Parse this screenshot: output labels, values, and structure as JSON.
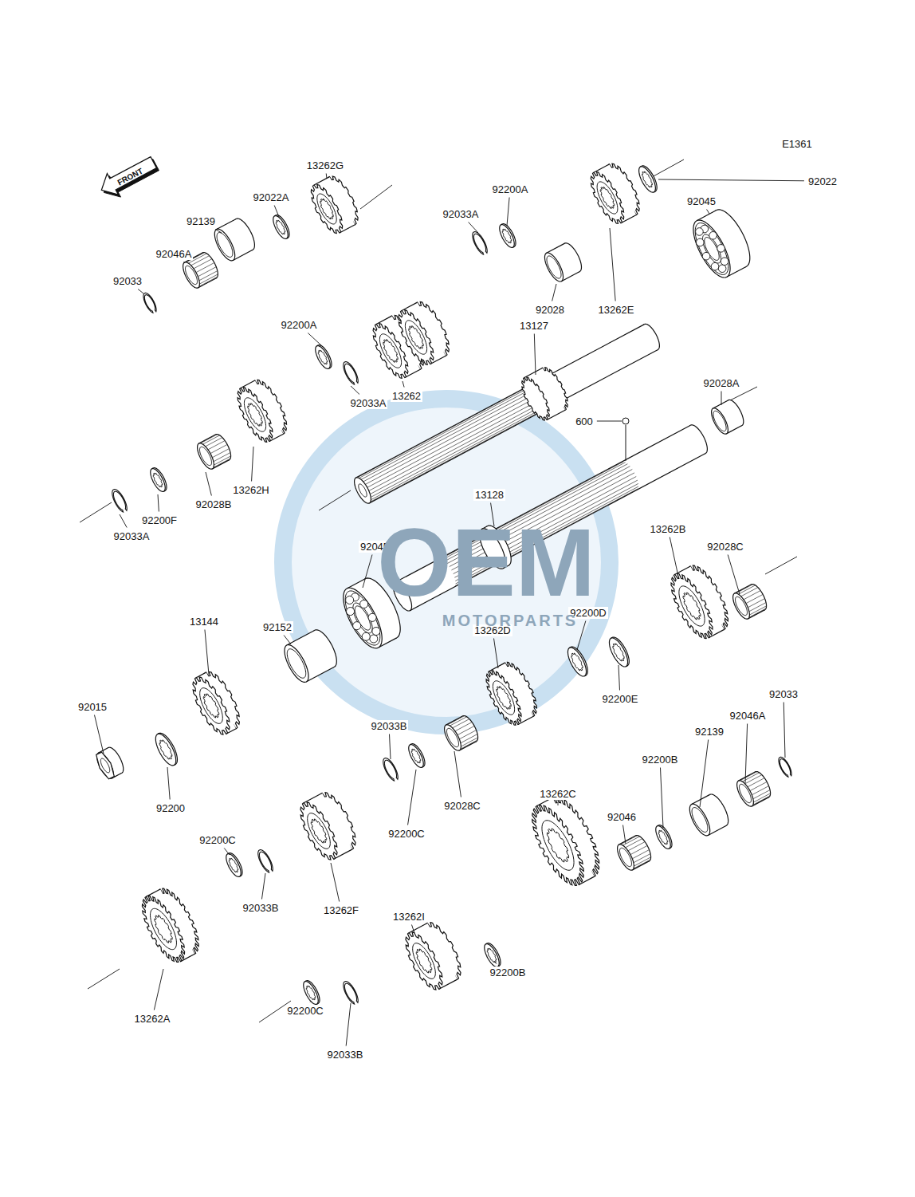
{
  "diagram": {
    "nodes": [
      {
        "text": [
          "FRONT"
        ]
      }
    ],
    "labels": [
      "E1361",
      "13262G",
      "92022A",
      "92139",
      "92046A",
      "92033",
      "92200A",
      "92033A",
      "92022",
      "92045",
      "92028",
      "13262E",
      "92200A",
      "13127",
      "13262",
      "92033A",
      "92028A",
      "600",
      "13262H",
      "92028B",
      "92200F",
      "92033A",
      "13128",
      "92045",
      "13262B",
      "92028C",
      "13144",
      "92152",
      "92200D",
      "13262D",
      "92200E",
      "92033",
      "92046A",
      "92015",
      "92139",
      "92033B",
      "92200B",
      "92200",
      "92200C",
      "92200C",
      "92028C",
      "92046",
      "13262C",
      "13262I",
      "92033B",
      "13262F",
      "92200B",
      "13262A",
      "92200C",
      "92033B",
      "OEM",
      "MOTORPARTS"
    ]
  }
}
